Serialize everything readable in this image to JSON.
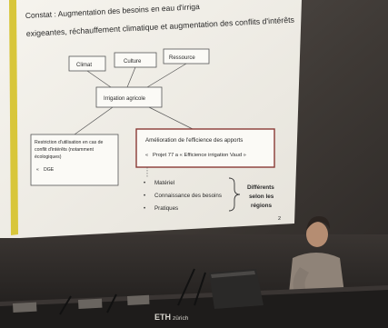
{
  "slide": {
    "header_line1": "Constat : Augmentation des besoins en eau d'irriga",
    "header_line2": "exigeantes, réchauffement climatique et augmentation des conflits d'intérêts",
    "boxes": {
      "climat": "Climat",
      "culture": "Culture",
      "ressource": "Ressource",
      "irrigation": "Irrigation agricole",
      "restriction_l1": "Restriction d'utilisation en cas de",
      "restriction_l2": "conflit d'intérêts (notamment",
      "restriction_l3": "écologiques)",
      "restriction_bullet": "DGE",
      "amelioration_l1": "Amélioration de l'efficience des apports",
      "amelioration_bullet": "Projet 77 a « Efficience irrigation Vaud »"
    },
    "bullets": [
      "Matériel",
      "Connaissance des besoins",
      "Pratiques"
    ],
    "brace_label": [
      "Différents",
      "selon les",
      "régions"
    ],
    "page_number": "2"
  },
  "lectern": {
    "logo_eth": "ETH",
    "logo_zurich": "zürich"
  },
  "colors": {
    "slide_bg": "#f2f0ea",
    "accent_bar": "#d8c63a",
    "highlight_box_border": "#8a3a36",
    "wall": "#3f3a36",
    "lectern": "#1e1c1b"
  }
}
